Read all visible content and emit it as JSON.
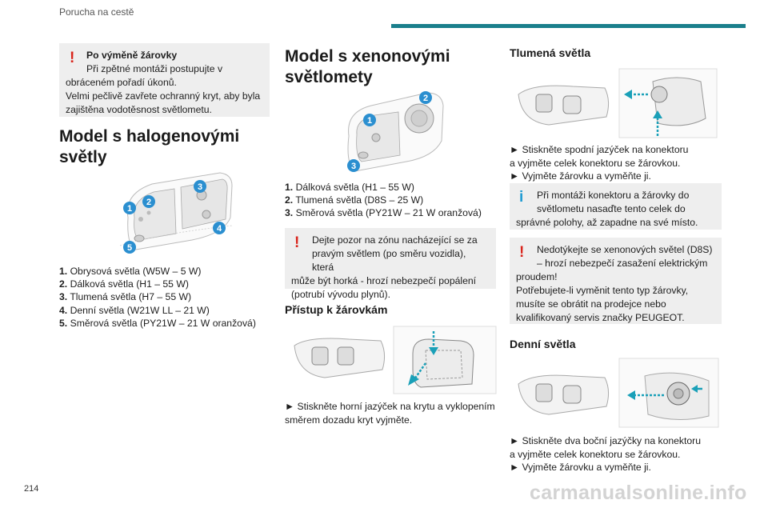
{
  "header": {
    "section_title": "Porucha na cestě"
  },
  "page_number": "214",
  "watermark": "carmanualsonline.info",
  "col1": {
    "warning": {
      "title": "Po výměně žárovky",
      "line1": "Při zpětné montáži postupujte v",
      "line2": "obráceném pořadí úkonů.",
      "line3": "Velmi pečlivě zavřete ochranný kryt, aby byla",
      "line4": "zajištěna vodotěsnost světlometu."
    },
    "heading_line1": "Model s halogenovými",
    "heading_line2": "světly",
    "figure_labels": [
      "1",
      "2",
      "3",
      "4",
      "5"
    ],
    "items": [
      {
        "num": "1.",
        "text": "Obrysová světla (W5W – 5 W)"
      },
      {
        "num": "2.",
        "text": "Dálková světla (H1 – 55 W)"
      },
      {
        "num": "3.",
        "text": "Tlumená světla (H7 – 55 W)"
      },
      {
        "num": "4.",
        "text": "Denní světla (W21W LL – 21 W)"
      },
      {
        "num": "5.",
        "text": "Směrová světla (PY21W – 21 W oranžová)"
      }
    ]
  },
  "col2": {
    "heading_line1": "Model s xenonovými",
    "heading_line2": "světlomety",
    "figure_labels": [
      "1",
      "2",
      "3"
    ],
    "items": [
      {
        "num": "1.",
        "text": "Dálková světla (H1 – 55 W)"
      },
      {
        "num": "2.",
        "text": "Tlumená světla (D8S – 25 W)"
      },
      {
        "num": "3.",
        "text": "Směrová světla (PY21W – 21 W oranžová)"
      }
    ],
    "warning": {
      "line1": "Dejte pozor na zónu nacházející se za",
      "line2": "pravým světlem (po směru vozidla), která",
      "line3": "může být horká - hrozí nebezpečí popálení",
      "line4": "(potrubí vývodu plynů)."
    },
    "subheading": "Přístup k žárovkám",
    "step_line1": "► Stiskněte horní jazýček na krytu a vyklopením",
    "step_line2": "směrem dozadu kryt vyjměte."
  },
  "col3": {
    "subheading1": "Tlumená světla",
    "steps1_line1": "► Stiskněte spodní jazýček na konektoru",
    "steps1_line2": "a vyjměte celek konektoru se žárovkou.",
    "steps1_line3": "► Vyjměte žárovku a vyměňte ji.",
    "info": {
      "line1": "Při montáži konektoru a žárovky do",
      "line2": "světlometu nasaďte tento celek do",
      "line3": "správné polohy, až zapadne na své místo."
    },
    "warning": {
      "line1": "Nedotýkejte se xenonových světel (D8S)",
      "line2": "– hrozí nebezpečí zasažení elektrickým",
      "line3": "proudem!",
      "line4": "Potřebujete-li vyměnit tento typ žárovky,",
      "line5": "musíte se obrátit na prodejce nebo",
      "line6": "kvalifikovaný servis značky PEUGEOT."
    },
    "subheading2": "Denní světla",
    "steps2_line1": "► Stiskněte dva boční jazýčky na konektoru",
    "steps2_line2": "a vyjměte celek konektoru se žárovkou.",
    "steps2_line3": "► Vyjměte žárovku a vyměňte ji."
  },
  "colors": {
    "accent": "#1a7f8c",
    "warning": "#d9241b",
    "info": "#1f9bd3",
    "arrow": "#1aa0b8",
    "callout": "#2b8fd0"
  }
}
